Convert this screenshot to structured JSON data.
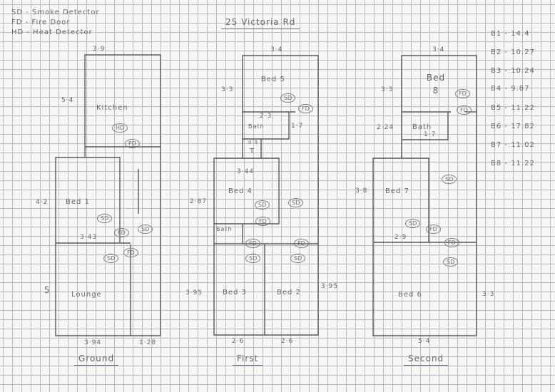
{
  "title": "25 Victoria Rd",
  "legend": [
    "SD - Smoke Detector",
    "FD - Fire Door",
    "HD - Heat Detector"
  ],
  "schedule": [
    "B1 - 14.4",
    "B2 - 10.27",
    "B3 - 10.24",
    "B4 - 9.87",
    "B5 - 11.22",
    "B6 - 17.82",
    "B7 - 11.02",
    "B8 - 11.22"
  ],
  "ground": {
    "label": "Ground",
    "rooms": [
      "Kitchen",
      "Bed 1",
      "Lounge"
    ],
    "dims": [
      "3·9",
      "5·4",
      "4·2",
      "3·43",
      "5",
      "3·94",
      "1·28"
    ],
    "markers": [
      "HD",
      "FD",
      "SD",
      "FD",
      "SD",
      "FD",
      "SD"
    ]
  },
  "first": {
    "label": "First",
    "rooms": [
      "Bed 5",
      "Bath",
      "T",
      "Bed 4",
      "Bath",
      "Bed 3",
      "Bed 2"
    ],
    "dims": [
      "3·4",
      "3·3",
      "2·3",
      "1·7",
      "0·9",
      "3·44",
      "2·87",
      "3·95",
      "3·95",
      "2·6",
      "2·6"
    ],
    "markers": [
      "SD",
      "FD",
      "SD",
      "SD",
      "FD",
      "FD",
      "FD",
      "SD",
      "SD"
    ]
  },
  "second": {
    "label": "Second",
    "rooms": [
      "Bed 8",
      "Bath",
      "Bed 7",
      "Bed 6"
    ],
    "dims": [
      "3·4",
      "3·3",
      "2·24",
      "1·7",
      "3·8",
      "2·9",
      "3·3",
      "5·4"
    ],
    "markers": [
      "FD",
      "FD",
      "SD",
      "SD",
      "FD",
      "FD",
      "SD"
    ]
  }
}
